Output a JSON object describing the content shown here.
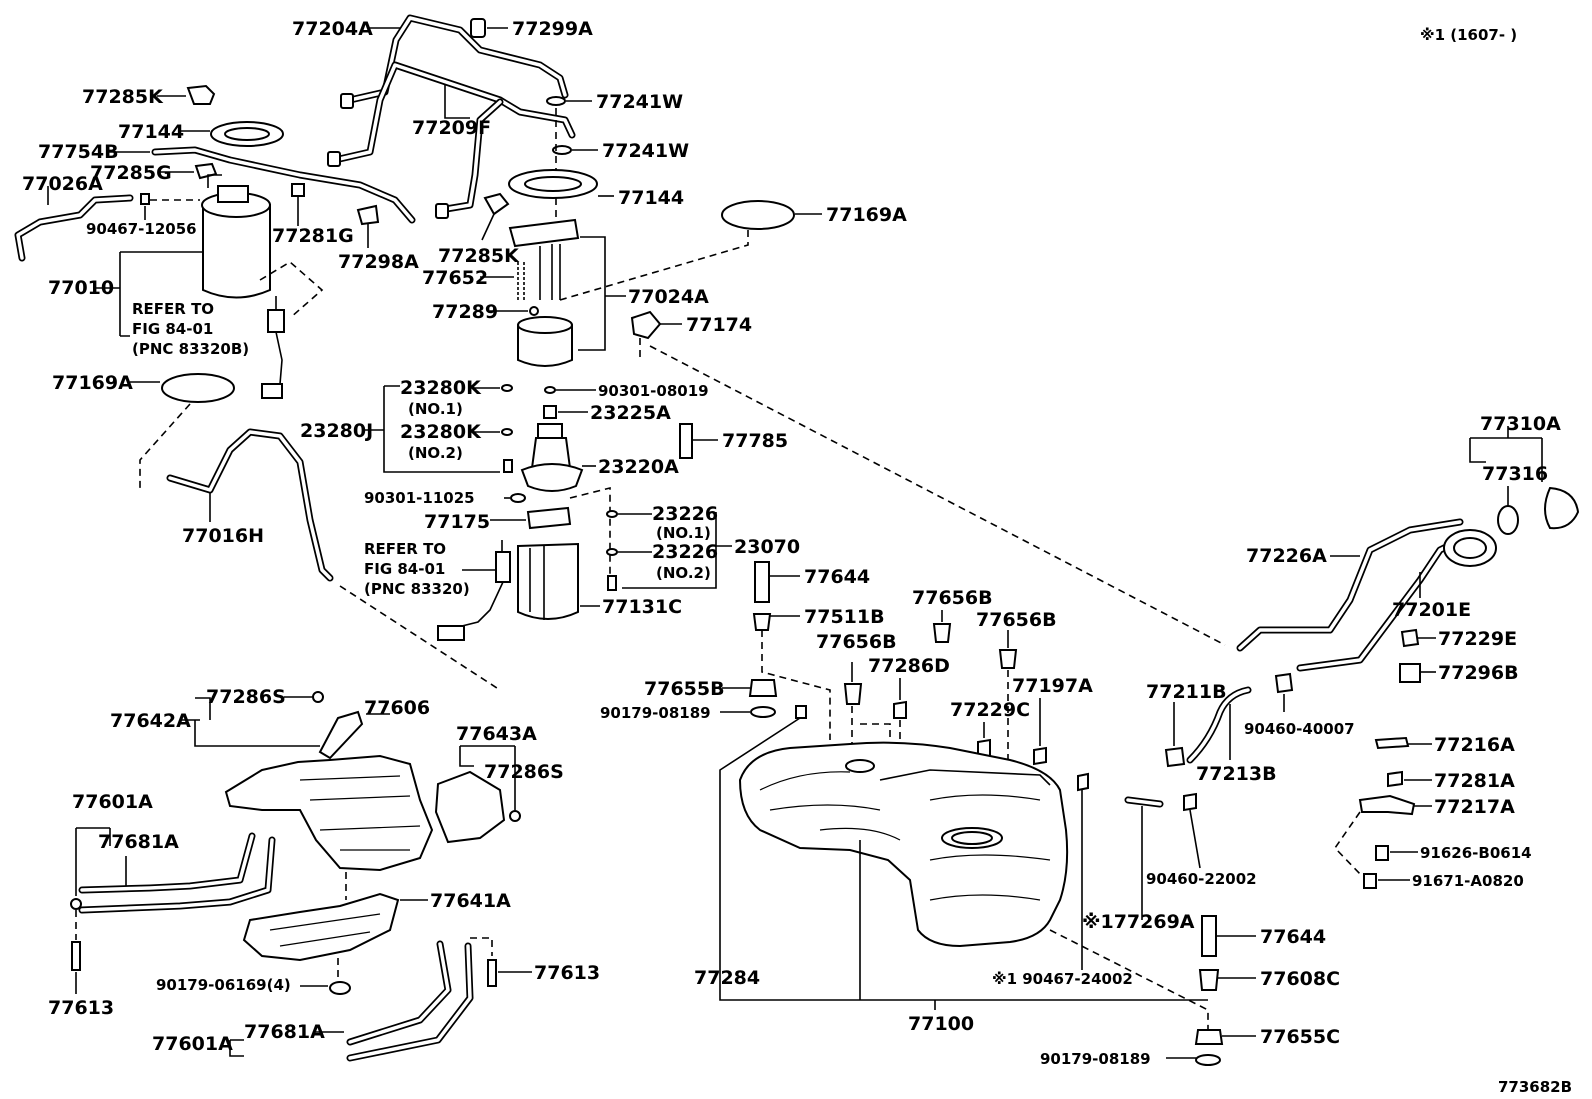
{
  "header": {
    "note": "※1 (1607-       )",
    "figure_code": "773682B"
  },
  "callouts": {
    "c77204A": "77204A",
    "c77299A": "77299A",
    "c77285K_a": "77285K",
    "c77241W_a": "77241W",
    "c77144_a": "77144",
    "c77209F": "77209F",
    "c77754B": "77754B",
    "c77285G": "77285G",
    "c77241W_b": "77241W",
    "c77026A": "77026A",
    "c77144_b": "77144",
    "c90467_12056": "90467-12056",
    "c77281G": "77281G",
    "c77169A_a": "77169A",
    "c77298A": "77298A",
    "c77285K_b": "77285K",
    "c77652": "77652",
    "c77010": "77010",
    "c77024A": "77024A",
    "c77289": "77289",
    "c77174": "77174",
    "c77169A_b": "77169A",
    "c23280K_a": "23280K",
    "c90301_08019": "90301-08019",
    "c23225A": "23225A",
    "c23280J": "23280J",
    "c23280K_b": "23280K",
    "c77785": "77785",
    "c23220A": "23220A",
    "c90301_11025": "90301-11025",
    "c23226_a": "23226",
    "c77175": "77175",
    "c23070": "23070",
    "c77016H": "77016H",
    "c23226_b": "23226",
    "c77644_a": "77644",
    "c77131C": "77131C",
    "c77511B": "77511B",
    "c77656B_a": "77656B",
    "c77656B_b": "77656B",
    "c77656B_c": "77656B",
    "c77286D": "77286D",
    "c77197A": "77197A",
    "c77655B": "77655B",
    "c90179_08189_a": "90179-08189",
    "c77229C": "77229C",
    "c77310A": "77310A",
    "c77316": "77316",
    "c77226A": "77226A",
    "c77201E": "77201E",
    "c77229E": "77229E",
    "c77296B": "77296B",
    "c77211B": "77211B",
    "c90460_40007": "90460-40007",
    "c77213B": "77213B",
    "c77216A": "77216A",
    "c77281A": "77281A",
    "c77217A": "77217A",
    "c91626_B0614": "91626-B0614",
    "c91671_A0820": "91671-A0820",
    "c90460_22002": "90460-22002",
    "c77642A": "77642A",
    "c77286S_a": "77286S",
    "c77606": "77606",
    "c77643A": "77643A",
    "c77286S_b": "77286S",
    "c77601A_a": "77601A",
    "c77681A_a": "77681A",
    "c77641A": "77641A",
    "c77269A": "※177269A",
    "c77644_b": "77644",
    "c90179_06169": "90179-06169(4)",
    "c77613_a": "77613",
    "c77613_b": "77613",
    "c77284": "77284",
    "c90467_24002": "※1 90467-24002",
    "c77608C": "77608C",
    "c77601A_b": "77601A",
    "c77681A_b": "77681A",
    "c77100": "77100",
    "c90179_08189_b": "90179-08189",
    "c77655C": "77655C"
  },
  "refer_a": {
    "line1": "REFER TO",
    "line2": "FIG 84-01",
    "line3": "(PNC 83320B)"
  },
  "refer_b": {
    "line1": "REFER TO",
    "line2": "FIG 84-01",
    "line3": "(PNC 83320)"
  },
  "sub": {
    "no1_a": "(NO.1)",
    "no2_a": "(NO.2)",
    "no1_b": "(NO.1)",
    "no2_b": "(NO.2)"
  }
}
